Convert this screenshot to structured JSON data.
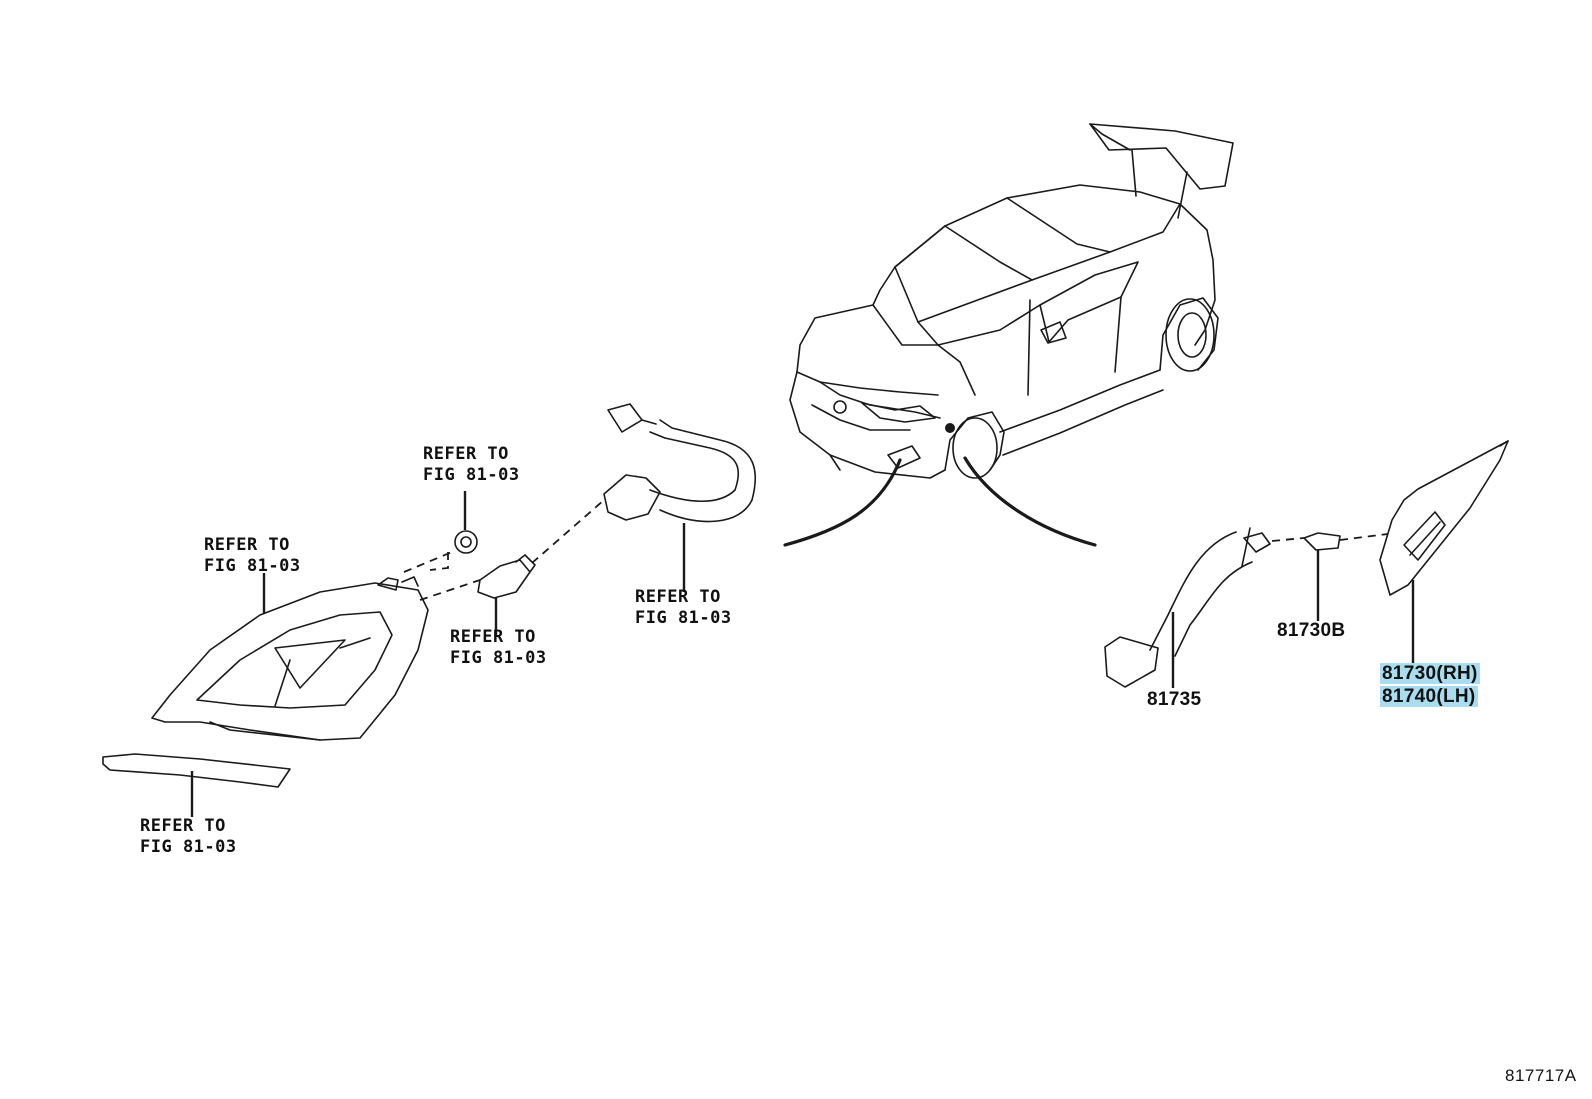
{
  "callouts": {
    "refer_to_top": [
      "REFER TO",
      "FIG 81-03"
    ],
    "refer_to_left": [
      "REFER TO",
      "FIG 81-03"
    ],
    "refer_to_bulb": [
      "REFER TO",
      "FIG 81-03"
    ],
    "refer_to_socket": [
      "REFER TO",
      "FIG 81-03"
    ],
    "refer_to_trim": [
      "REFER TO",
      "FIG 81-03"
    ]
  },
  "parts": {
    "bulb": "81730B",
    "socket_wire": "81735",
    "side_lamp_rh": "81730(RH)",
    "side_lamp_lh": "81740(LH)"
  },
  "highlight_color": "#a9dcef",
  "diagram_code": "817717A"
}
